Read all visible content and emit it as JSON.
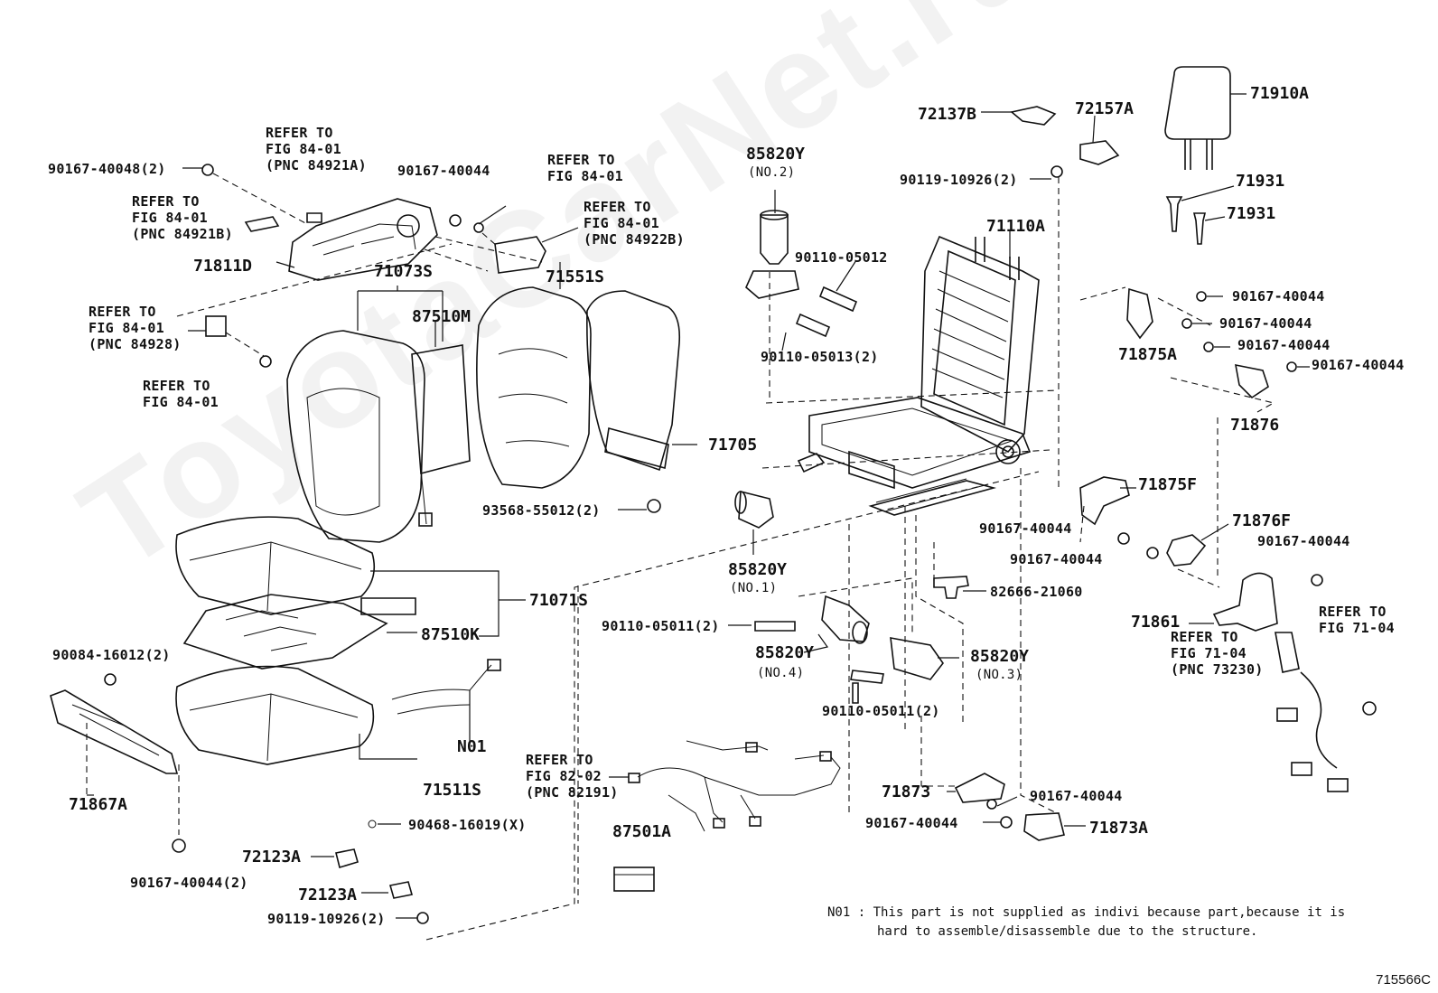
{
  "watermark": "ToyotaCarNet.ru",
  "diagram_id": "715566C",
  "note": {
    "line1": "N01 : This part is not supplied as indivi because part,because it is",
    "line2": "hard to assemble/disassemble due to the structure."
  },
  "parts": {
    "p71910A": "71910A",
    "p72137B": "72137B",
    "p72157A": "72157A",
    "p90119_10926_2_top": "90119-10926(2)",
    "p71931_a": "71931",
    "p71931_b": "71931",
    "p85820Y_2": "85820Y",
    "p85820Y_2_no": "(NO.2)",
    "p71110A": "71110A",
    "p90110_05012": "90110-05012",
    "p90110_05013_2": "90110-05013(2)",
    "p90167_40044_r1": "90167-40044",
    "p90167_40044_r2": "90167-40044",
    "p90167_40044_r3": "90167-40044",
    "p90167_40044_r4": "90167-40044",
    "p71875A": "71875A",
    "p71876": "71876",
    "p90167_40048_2": "90167-40048(2)",
    "p90167_40044_top": "90167-40044",
    "p71811D": "71811D",
    "p71073S": "71073S",
    "p87510M": "87510M",
    "p71551S": "71551S",
    "p71705": "71705",
    "p93568_55012_2": "93568-55012(2)",
    "p85820Y_1": "85820Y",
    "p85820Y_1_no": "(NO.1)",
    "p71875F": "71875F",
    "p90167_40044_m1": "90167-40044",
    "p71876F": "71876F",
    "p90167_40044_m2": "90167-40044",
    "p90167_40044_m3": "90167-40044",
    "p71861": "71861",
    "p82666_21060": "82666-21060",
    "p71071S": "71071S",
    "p87510K": "87510K",
    "p90110_05011_2_a": "90110-05011(2)",
    "p85820Y_4": "85820Y",
    "p85820Y_4_no": "(NO.4)",
    "p85820Y_3": "85820Y",
    "p85820Y_3_no": "(NO.3)",
    "p90110_05011_2_b": "90110-05011(2)",
    "p90084_16012_2": "90084-16012(2)",
    "pN01": "N01",
    "p71511S": "71511S",
    "p71867A": "71867A",
    "p90468_16019_X": "90468-16019(X)",
    "p72123A_a": "72123A",
    "p72123A_b": "72123A",
    "p90167_40044_2_bottom": "90167-40044(2)",
    "p90119_10926_2_bottom": "90119-10926(2)",
    "p87501A": "87501A",
    "p71873": "71873",
    "p90167_40044_b1": "90167-40044",
    "p90167_40044_b2": "90167-40044",
    "p71873A": "71873A"
  },
  "refs": {
    "r1": {
      "l1": "REFER TO",
      "l2": "FIG 84-01",
      "l3": "(PNC 84921A)"
    },
    "r2": {
      "l1": "REFER TO",
      "l2": "FIG 84-01",
      "l3": "(PNC 84921B)"
    },
    "r3": {
      "l1": "REFER TO",
      "l2": "FIG 84-01"
    },
    "r4": {
      "l1": "REFER TO",
      "l2": "FIG 84-01",
      "l3": "(PNC 84922B)"
    },
    "r5": {
      "l1": "REFER TO",
      "l2": "FIG 84-01",
      "l3": "(PNC 84928)"
    },
    "r6": {
      "l1": "REFER TO",
      "l2": "FIG 84-01"
    },
    "r7": {
      "l1": "REFER TO",
      "l2": "FIG 71-04"
    },
    "r8": {
      "l1": "REFER TO",
      "l2": "FIG 71-04",
      "l3": "(PNC 73230)"
    },
    "r9": {
      "l1": "REFER TO",
      "l2": "FIG 82-02",
      "l3": "(PNC 82191)"
    }
  }
}
